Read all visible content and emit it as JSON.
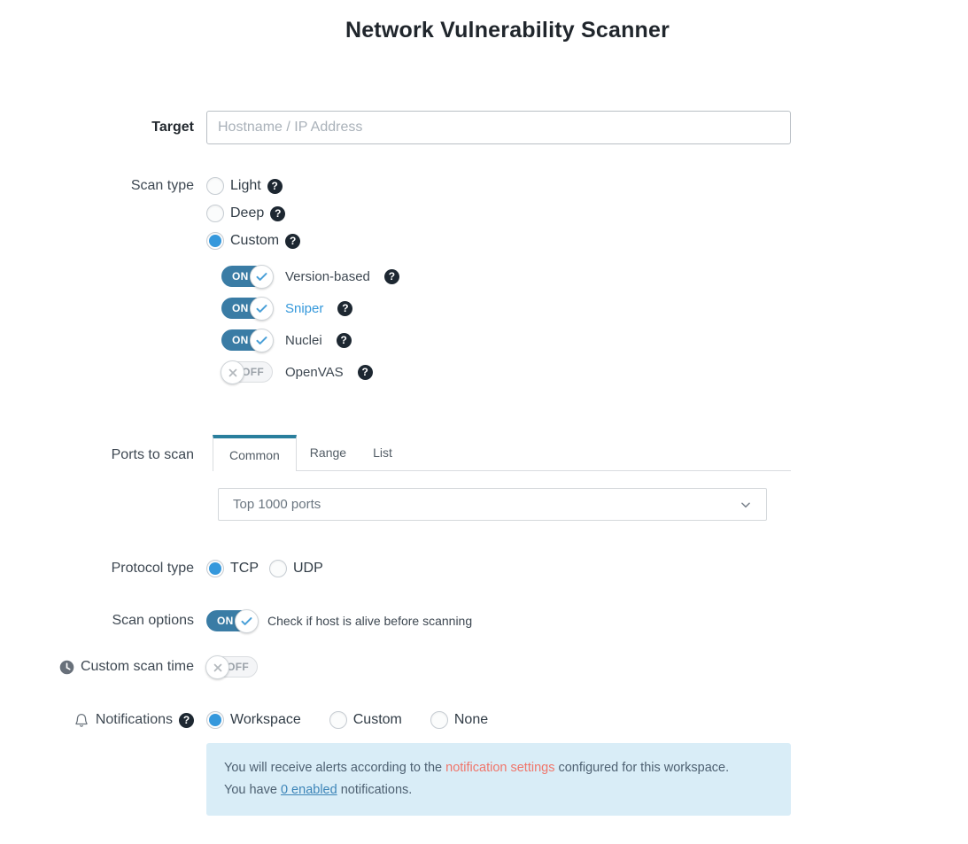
{
  "title": "Network Vulnerability Scanner",
  "icons": {
    "help": "?"
  },
  "target": {
    "label": "Target",
    "placeholder": "Hostname / IP Address"
  },
  "scan_type": {
    "label": "Scan type",
    "options": [
      {
        "label": "Light",
        "selected": false
      },
      {
        "label": "Deep",
        "selected": false
      },
      {
        "label": "Custom",
        "selected": true
      }
    ]
  },
  "tools": [
    {
      "label": "Version-based",
      "on": true,
      "state_label": "ON"
    },
    {
      "label": "Sniper",
      "on": true,
      "state_label": "ON"
    },
    {
      "label": "Nuclei",
      "on": true,
      "state_label": "ON"
    },
    {
      "label": "OpenVAS",
      "on": false,
      "state_label": "OFF"
    }
  ],
  "ports": {
    "label": "Ports to scan",
    "tabs": [
      {
        "label": "Common",
        "active": true
      },
      {
        "label": "Range",
        "active": false
      },
      {
        "label": "List",
        "active": false
      }
    ],
    "selected_option": "Top 1000 ports"
  },
  "protocol": {
    "label": "Protocol type",
    "options": [
      {
        "label": "TCP",
        "selected": true
      },
      {
        "label": "UDP",
        "selected": false
      }
    ]
  },
  "scan_options": {
    "label": "Scan options",
    "on": true,
    "state_label": "ON",
    "text": "Check if host is alive before scanning"
  },
  "custom_scan_time": {
    "label": "Custom scan time",
    "on": false,
    "state_label": "OFF"
  },
  "notifications": {
    "label": "Notifications",
    "options": [
      {
        "label": "Workspace",
        "selected": true
      },
      {
        "label": "Custom",
        "selected": false
      },
      {
        "label": "None",
        "selected": false
      }
    ],
    "alert": {
      "text1": "You will receive alerts according to the ",
      "link1": "notification settings",
      "text2": " configured for this workspace.",
      "text3": "You have ",
      "link2": "0 enabled",
      "text4": " notifications."
    }
  },
  "colors": {
    "accent_blue": "#3598dc",
    "toggle_on": "#3a7ca5",
    "tab_active_border": "#2a7f9d",
    "alert_bg": "#d9edf7",
    "alert_text": "#4e6172",
    "alert_link_red": "#f0756a",
    "alert_link_blue": "#3d85b8",
    "help_badge": "#1d2731"
  }
}
